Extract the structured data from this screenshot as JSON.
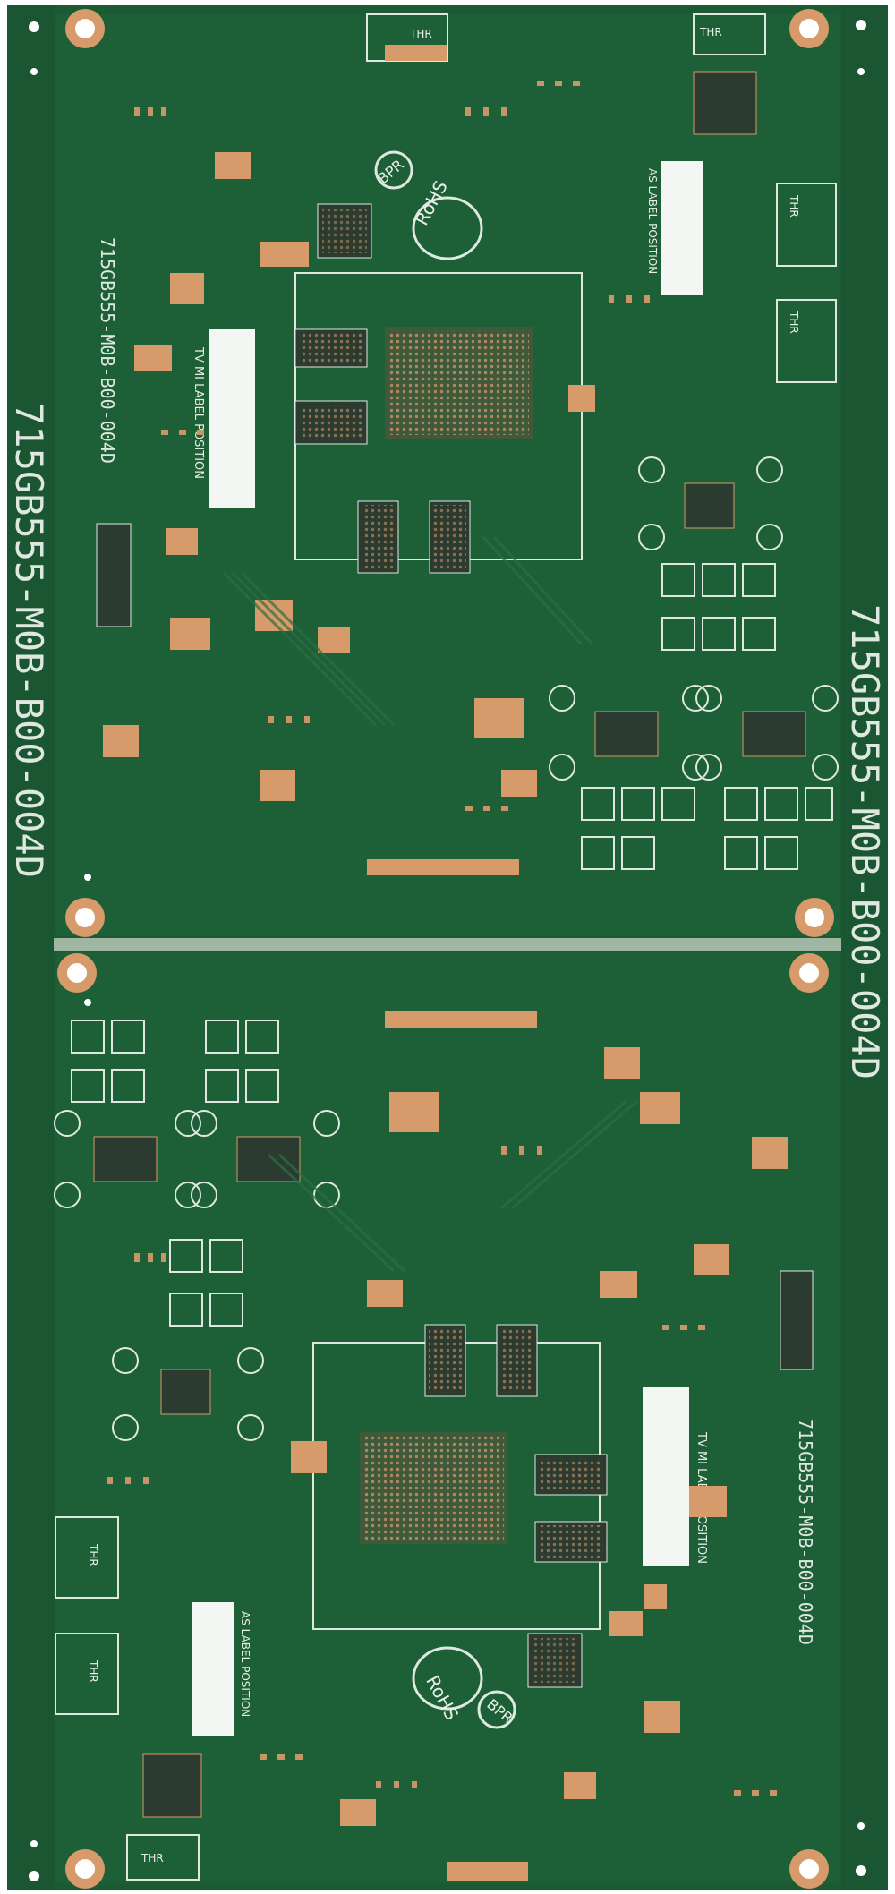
{
  "colors": {
    "background": "#ffffff",
    "board_green": "#1b5a33",
    "board_green_dark": "#13472a",
    "trace_green": "#2a7043",
    "copper": "#d79a6a",
    "silkscreen": "#dfe8e0",
    "label_box": "#f4f6f4",
    "chip_dark": "#2c3b2f"
  },
  "panel_top": {
    "part_number_left": "715GB555-M0B-B00-004D",
    "part_number_small": "715GB555-M0B-B00-004D",
    "part_number_right": "715GB555-M0B-B00-004D",
    "tv_label": "TV MI LABEL POSITION",
    "as_label": "AS LABEL POSITION",
    "rohs_mark": "RoHS",
    "bpr_mark": "BPR",
    "thr_labels": [
      "THR",
      "THR",
      "THR",
      "THR"
    ]
  },
  "panel_bottom": {
    "part_number_small": "715GB555-M0B-B00-004D",
    "tv_label": "TV MI LABEL POSITION",
    "as_label": "AS LABEL POSITION",
    "rohs_mark": "RoHS",
    "bpr_mark": "BPR",
    "thr_labels": [
      "THR",
      "THR",
      "THR"
    ]
  }
}
